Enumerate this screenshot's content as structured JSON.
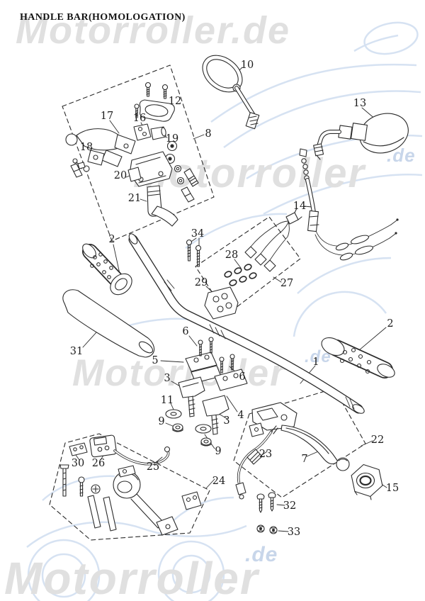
{
  "title": "HANDLE BAR(HOMOLOGATION)",
  "watermarks": {
    "top": "Motorroller.de",
    "middle_right": {
      "text": "Motorroller",
      "suffix": ".de"
    },
    "middle_center": {
      "text": "Motorroller",
      "suffix": ".de"
    },
    "bottom": {
      "text": "Motorroller",
      "suffix": ".de"
    }
  },
  "colors": {
    "ink": "#2b2b2b",
    "label_ink": "#1c1c1c",
    "watermark_gray": "#e0e0e0",
    "watermark_blue_suffix": "#c8d6ea",
    "scooter_sketch_blue": "#d6e2f2",
    "background": "#ffffff"
  },
  "diagram": {
    "callouts": [
      "17",
      "12",
      "16",
      "19",
      "18",
      "20",
      "21",
      "8",
      "10",
      "13",
      "14",
      "2",
      "31",
      "34",
      "28",
      "29",
      "27",
      "5",
      "6",
      "6",
      "3",
      "11",
      "9",
      "4",
      "3",
      "9",
      "1",
      "2",
      "22",
      "7",
      "15",
      "23",
      "24",
      "25",
      "26",
      "30",
      "32",
      "33"
    ]
  }
}
